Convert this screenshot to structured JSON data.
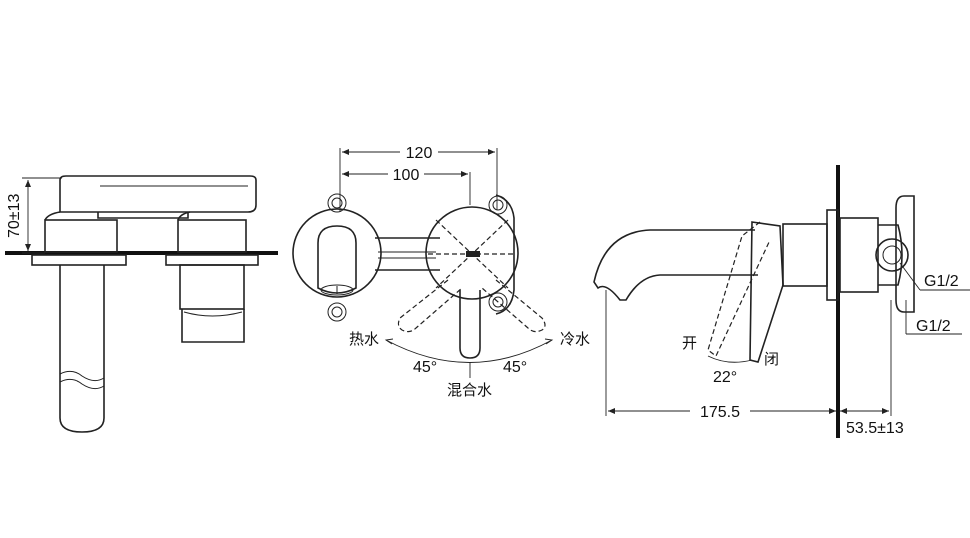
{
  "labels": {
    "height_dim": "70±13",
    "width_120": "120",
    "width_100": "100",
    "hot_water": "热水",
    "cold_water": "冷水",
    "mixed_water": "混合水",
    "angle_left": "45°",
    "angle_right": "45°",
    "open": "开",
    "close": "闭",
    "tilt_angle": "22°",
    "spout_length": "175.5",
    "wall_depth": "53.5±13",
    "thread_upper": "G1/2",
    "thread_lower": "G1/2"
  }
}
